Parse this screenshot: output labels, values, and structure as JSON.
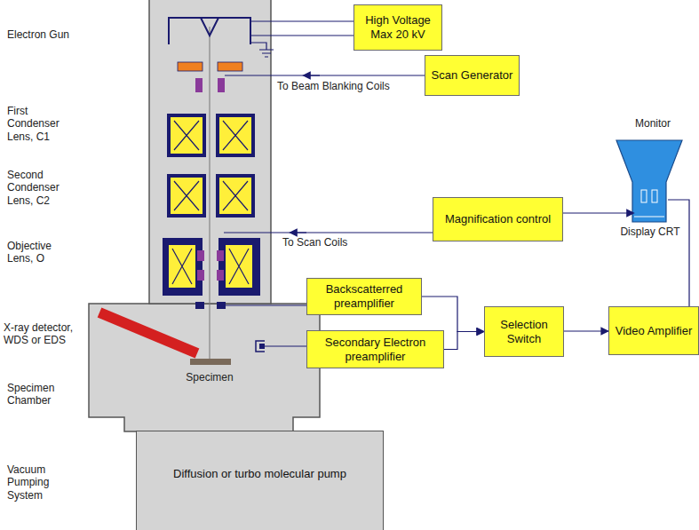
{
  "diagram": {
    "nodes": [
      {
        "text": [
          "High Voltage Max 20 kV"
        ]
      },
      {
        "text": [
          "Scan Generator"
        ]
      },
      {
        "text": [
          "Magnification control"
        ]
      },
      {
        "text": [
          "Backscatterred preamplifier"
        ]
      },
      {
        "text": [
          "Secondary Electron preamplifier"
        ]
      },
      {
        "text": [
          "Selection Switch"
        ]
      },
      {
        "text": [
          "Video Amplifier"
        ]
      },
      {
        "text": [
          "Diffusion or turbo molecular pump"
        ]
      }
    ],
    "edges": [
      {
        "from": 3,
        "to": 5,
        "arrow": "to"
      },
      {
        "from": 4,
        "to": 5,
        "arrow": "to"
      },
      {
        "from": 5,
        "to": 6,
        "arrow": "to"
      }
    ],
    "labels": [
      "Electron Gun",
      "First Condenser Lens, C1",
      "Second Condenser Lens, C2",
      "Objective Lens, O",
      "X-ray detector, WDS or EDS",
      "Specimen Chamber",
      "Specimen",
      "Vacuum Pumping System",
      "To Beam Blanking Coils",
      "To Scan Coils",
      "Monitor",
      "Display CRT"
    ]
  }
}
